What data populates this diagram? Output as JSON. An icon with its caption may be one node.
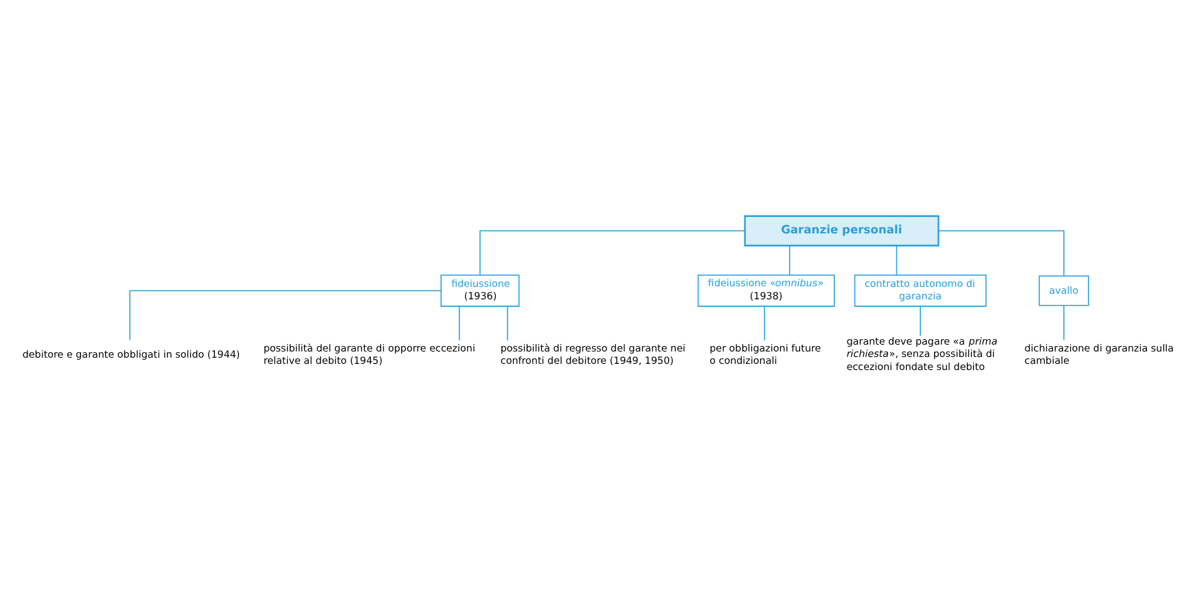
{
  "diagram": {
    "nodes": [
      {
        "text": [
          "Garanzie personali"
        ]
      },
      {
        "text": [
          "fideiussione",
          "(1936)"
        ]
      },
      {
        "text": [
          "fideiussione «*omnibus*»",
          "(1938)"
        ]
      },
      {
        "text": [
          "contratto autonomo di garanzia"
        ]
      },
      {
        "text": [
          "avallo"
        ]
      },
      {
        "text": [
          "per obbligazioni future o condizionali"
        ]
      },
      {
        "text": [
          "garante deve pagare «a *prima richiesta*», senza possibilità di eccezioni fondate sul debito"
        ]
      },
      {
        "text": [
          "debitore e garante obbligati in solido (1944)"
        ]
      },
      {
        "text": [
          "possibilità del garante di opporre eccezioni relative al debito (1945)"
        ]
      },
      {
        "text": [
          "possibilità di regresso del garante nei confronti del debitore (1949, 1950)"
        ]
      },
      {
        "text": [
          "dichiarazione di garanzia sulla cambiale"
        ]
      }
    ],
    "edges": [
      {
        "from": 0,
        "to": 1,
        "arrow": "none"
      },
      {
        "from": 0,
        "to": 2,
        "arrow": "none"
      },
      {
        "from": 0,
        "to": 3,
        "arrow": "none"
      },
      {
        "from": 0,
        "to": 4,
        "arrow": "none"
      },
      {
        "from": 2,
        "to": 5,
        "arrow": "none"
      },
      {
        "from": 3,
        "to": 6,
        "arrow": "none"
      },
      {
        "from": 1,
        "to": 7,
        "arrow": "none"
      },
      {
        "from": 1,
        "to": 8,
        "arrow": "none"
      },
      {
        "from": 1,
        "to": 9,
        "arrow": "none"
      },
      {
        "from": 4,
        "to": 10,
        "arrow": "none"
      }
    ]
  }
}
